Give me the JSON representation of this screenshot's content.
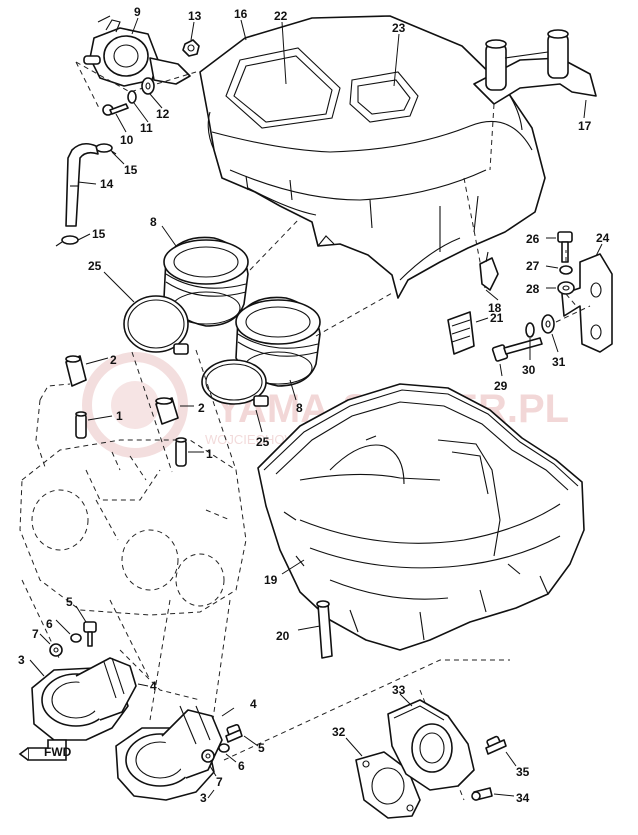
{
  "watermark": {
    "main": "YAMA-SKUTER.PL",
    "sub": "WOJCIECHOWICZ DEALER YAMAHA",
    "color": "#e9b7b7"
  },
  "fwd_label": "FWD",
  "callouts": {
    "n1a": "1",
    "n1b": "1",
    "n2a": "2",
    "n2b": "2",
    "n3a": "3",
    "n3b": "3",
    "n4a": "4",
    "n4b": "4",
    "n5a": "5",
    "n5b": "5",
    "n6a": "6",
    "n6b": "6",
    "n7a": "7",
    "n7b": "7",
    "n8a": "8",
    "n8b": "8",
    "n9": "9",
    "n10": "10",
    "n11": "11",
    "n12": "12",
    "n13": "13",
    "n14": "14",
    "n15a": "15",
    "n15b": "15",
    "n16": "16",
    "n17": "17",
    "n18": "18",
    "n19": "19",
    "n20": "20",
    "n21": "21",
    "n22": "22",
    "n23": "23",
    "n24": "24",
    "n25a": "25",
    "n25b": "25",
    "n26": "26",
    "n27": "27",
    "n28": "28",
    "n29": "29",
    "n30": "30",
    "n31": "31",
    "n32": "32",
    "n33": "33",
    "n34": "34",
    "n35": "35"
  }
}
